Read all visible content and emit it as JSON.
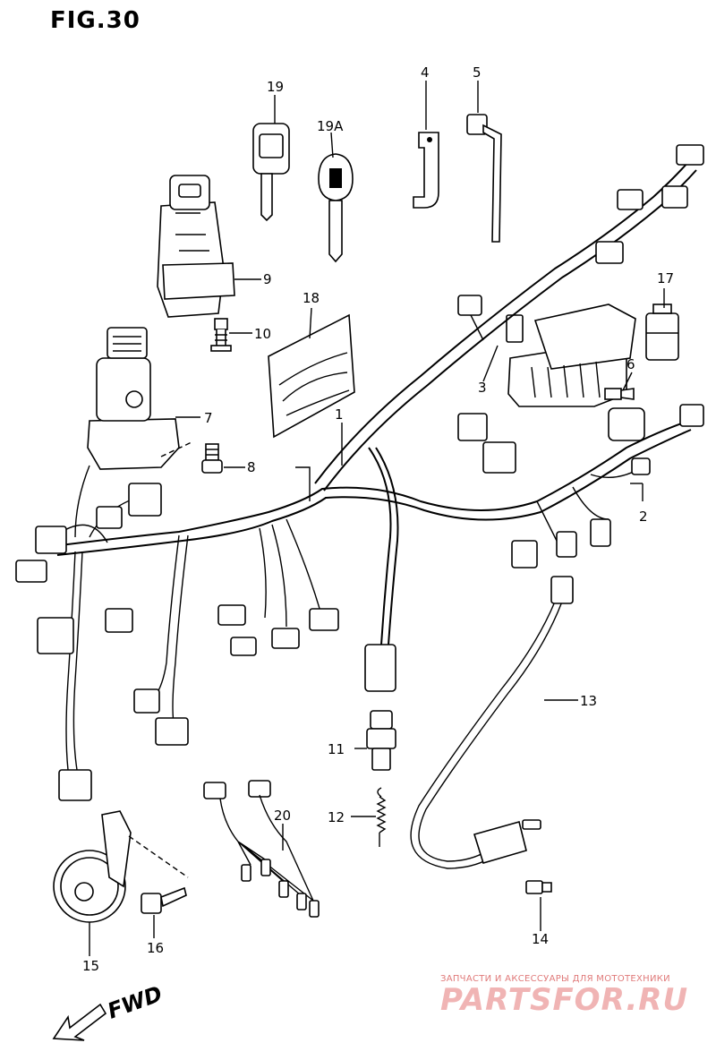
{
  "figure": {
    "title": "FIG.30"
  },
  "parts": [
    {
      "id": "p1",
      "label": "1"
    },
    {
      "id": "p2",
      "label": "2"
    },
    {
      "id": "p3",
      "label": "3"
    },
    {
      "id": "p4",
      "label": "4"
    },
    {
      "id": "p5",
      "label": "5"
    },
    {
      "id": "p6",
      "label": "6"
    },
    {
      "id": "p7",
      "label": "7"
    },
    {
      "id": "p8",
      "label": "8"
    },
    {
      "id": "p9",
      "label": "9"
    },
    {
      "id": "p10",
      "label": "10"
    },
    {
      "id": "p11",
      "label": "11"
    },
    {
      "id": "p12",
      "label": "12"
    },
    {
      "id": "p13",
      "label": "13"
    },
    {
      "id": "p14",
      "label": "14"
    },
    {
      "id": "p15",
      "label": "15"
    },
    {
      "id": "p16",
      "label": "16"
    },
    {
      "id": "p17",
      "label": "17"
    },
    {
      "id": "p18",
      "label": "18"
    },
    {
      "id": "p19",
      "label": "19"
    },
    {
      "id": "p19a",
      "label": "19A"
    },
    {
      "id": "p20",
      "label": "20"
    }
  ],
  "direction": {
    "label": "FWD"
  },
  "watermark": {
    "tagline": "ЗАПЧАСТИ И АКСЕССУАРЫ ДЛЯ МОТОТЕХНИКИ",
    "logo": "PARTSFOR.RU"
  }
}
